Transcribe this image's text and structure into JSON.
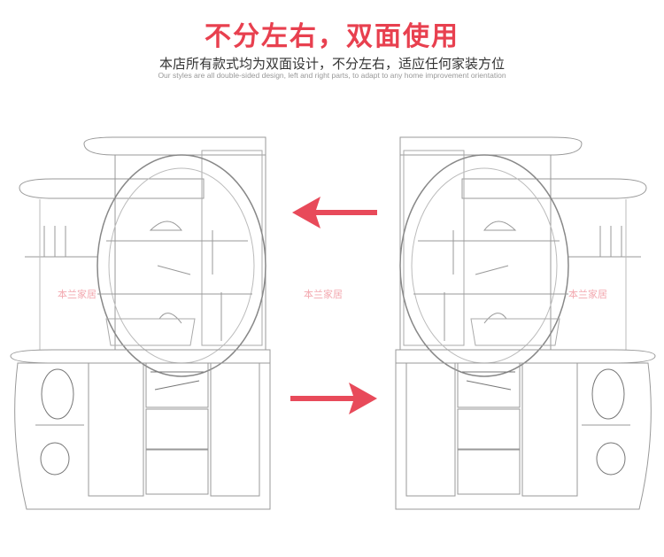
{
  "title": "不分左右，双面使用",
  "subtitle": "本店所有款式均为双面设计，不分左右，适应任何家装方位",
  "subtitle_en": "Our styles are all double-sided design, left and right parts, to adapt to any home improvement orientation",
  "watermark": "本兰家居",
  "colors": {
    "accent": "#e8404f",
    "arrow": "#e84a5a"
  }
}
